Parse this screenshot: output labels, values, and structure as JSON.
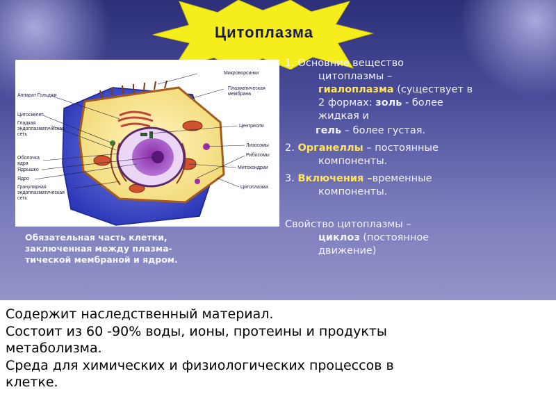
{
  "title": "Цитоплазма",
  "diagram_labels": {
    "microvilli": "Микроворсинки",
    "plasma_membrane_1": "Плазматическая",
    "plasma_membrane_2": "мембрана",
    "golgi": "Аппарат Гольджи",
    "cytoskeleton": "Цитоскелет",
    "smooth_er_1": "Гладкая",
    "smooth_er_2": "эндоплазматическая",
    "smooth_er_3": "сеть",
    "centrioles": "Центриоли",
    "nuclear_envelope_1": "Оболочка",
    "nuclear_envelope_2": "ядра",
    "lysosomes": "Лизосомы",
    "ribosomes": "Рибосомы",
    "nucleolus": "Ядрышко",
    "mitochondria": "Митохондрии",
    "nucleus": "Ядро",
    "rough_er_1": "Гранулярная",
    "rough_er_2": "эндоплазматическая",
    "rough_er_3": "сеть",
    "cytoplasm": "Цитоплазма"
  },
  "points": {
    "p1_line1": "1. Основние вещество",
    "p1_line2": "цитоплазмы –",
    "p1_term": "гиалоплазма",
    "p1_line3_rest": " (существует в",
    "p1_line4_a": "2 формах: ",
    "p1_sol": "золь",
    "p1_line4_b": " - более",
    "p1_line5": "жидкая и",
    "p1_gel": "гель",
    "p1_line6_rest": " – более густая.",
    "p2_num": "2. ",
    "p2_term": "Органеллы",
    "p2_rest": " – постоянные",
    "p2_line2": "компоненты.",
    "p3_num": "3. ",
    "p3_term": "Включения –",
    "p3_rest": "временные",
    "p3_line2": "компоненты.",
    "prop_line1": "Свойство цитоплазмы –",
    "prop_term": "циклоз",
    "prop_rest": " (постоянное",
    "prop_line3": "движение)"
  },
  "definition": {
    "line1": "Обязательная часть клетки,",
    "line2": "заключенная между плазма-",
    "line3": "тической мембраной и ядром."
  },
  "bottom": {
    "line1": "Содержит наследственный материал.",
    "line2": "Состоит из 60 -90% воды, ионы, протеины и продукты",
    "line3": "метаболизма.",
    "line4": "Среда для химических и физиологических процессов в",
    "line5": "клетке."
  }
}
